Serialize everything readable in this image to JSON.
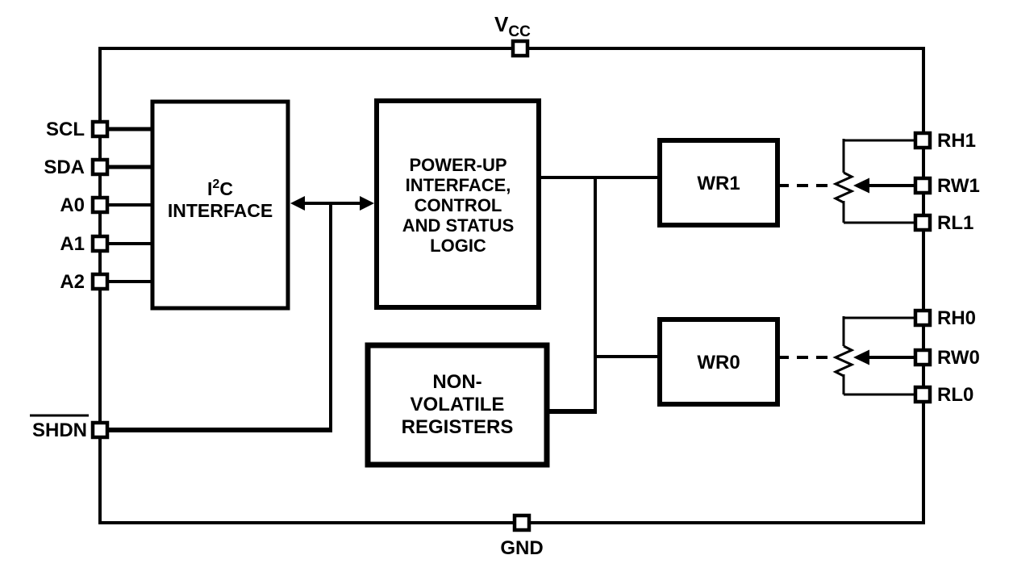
{
  "diagram": {
    "background_color": "#ffffff",
    "line_color": "#000000",
    "pins": {
      "vcc": {
        "main": "V",
        "sub": "CC"
      },
      "gnd": {
        "label": "GND"
      },
      "left": [
        {
          "label": "SCL"
        },
        {
          "label": "SDA"
        },
        {
          "label": "A0"
        },
        {
          "label": "A1"
        },
        {
          "label": "A2"
        },
        {
          "label": "SHDN",
          "overline": "true"
        }
      ],
      "right": [
        {
          "label": "RH1"
        },
        {
          "label": "RW1"
        },
        {
          "label": "RL1"
        },
        {
          "label": "RH0"
        },
        {
          "label": "RW0"
        },
        {
          "label": "RL0"
        }
      ]
    },
    "blocks": {
      "i2c": {
        "sup_base": "I",
        "sup": "2",
        "sup_tail": "C",
        "line2": "INTERFACE"
      },
      "powerup": {
        "lines": [
          "POWER-UP",
          "INTERFACE,",
          "CONTROL",
          "AND STATUS",
          "LOGIC"
        ]
      },
      "nvr": {
        "lines": [
          "NON-",
          "VOLATILE",
          "REGISTERS"
        ]
      },
      "wr1": {
        "label": "WR1"
      },
      "wr0": {
        "label": "WR0"
      }
    }
  }
}
